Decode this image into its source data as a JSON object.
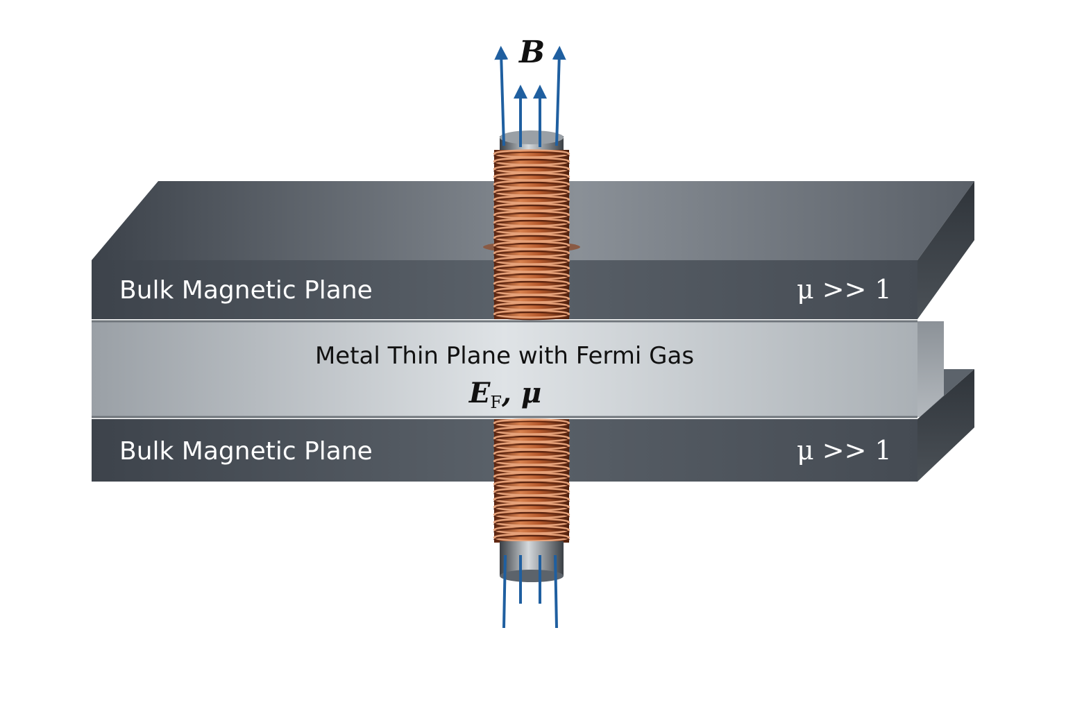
{
  "field_label": "B",
  "top_plane": {
    "label": "Bulk Magnetic Plane",
    "mu": "μ >> 1"
  },
  "middle_plane": {
    "title": "Metal Thin Plane with Fermi Gas",
    "energy_symbol": "E",
    "energy_subscript": "F",
    "energy_suffix": ", μ"
  },
  "bottom_plane": {
    "label": "Bulk Magnetic Plane",
    "mu": "μ >> 1"
  },
  "colors": {
    "field_line": "#1f5fa0",
    "coil": "#a0522d",
    "steel_dark": "#4a5058",
    "steel_light": "#c9ced3"
  }
}
